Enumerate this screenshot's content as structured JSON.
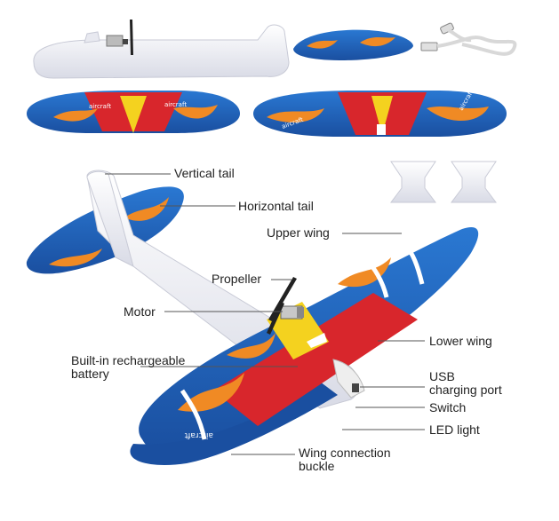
{
  "product": {
    "wing_print": "aircraft",
    "colors": {
      "wing_blue": "#1f5fb8",
      "wing_red": "#d8262c",
      "accent_yellow": "#f4d21f",
      "foam_white": "#f2f3f8",
      "flame_orange": "#f08a24",
      "line": "#555555"
    }
  },
  "callouts": {
    "vertical_tail": "Vertical tail",
    "horizontal_tail": "Horizontal tail",
    "upper_wing": "Upper wing",
    "propeller": "Propeller",
    "motor": "Motor",
    "lower_wing": "Lower wing",
    "battery": "Built-in rechargeable\nbattery",
    "usb_port": "USB\ncharging port",
    "switch": "Switch",
    "led_light": "LED light",
    "wing_buckle": "Wing connection\nbuckle"
  }
}
